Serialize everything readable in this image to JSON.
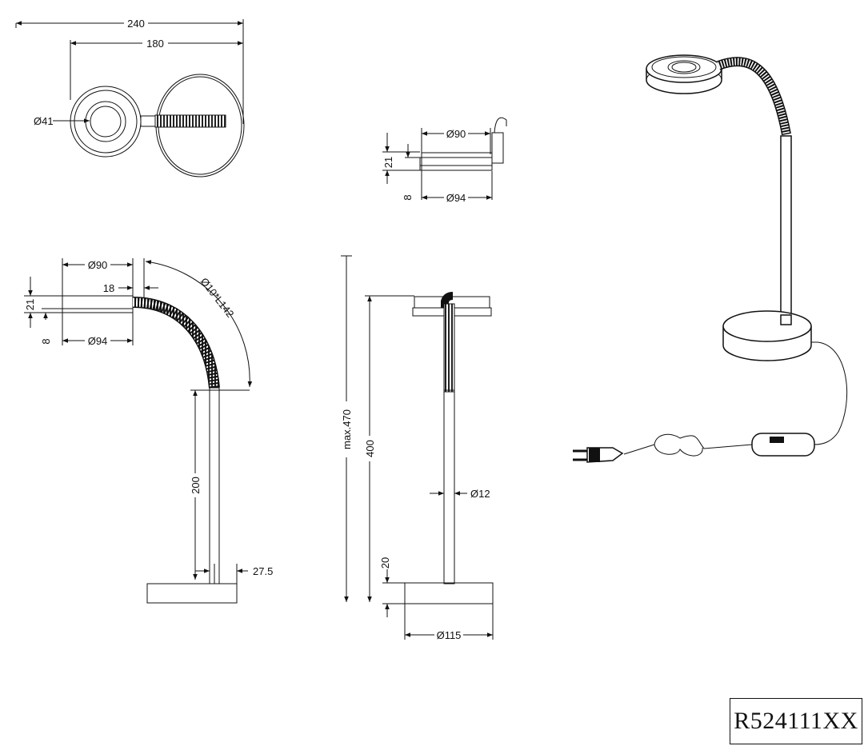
{
  "product_code": "R524111XX",
  "top_view": {
    "overall_width": "240",
    "head_to_stem_width": "180",
    "lens_diameter": "Ø41"
  },
  "head_detail": {
    "top_diameter": "Ø90",
    "bottom_diameter": "Ø94",
    "upper_height": "21",
    "lower_height": "8"
  },
  "side_view": {
    "top_diameter": "Ø90",
    "offset": "18",
    "flex_arm": "Ø10*L142",
    "upper_height": "21",
    "lower_height": "8",
    "bottom_diameter": "Ø94",
    "stem_height": "200",
    "stem_offset": "27.5"
  },
  "front_view": {
    "max_height": "max.470",
    "height": "400",
    "stem_diameter": "Ø12",
    "base_height": "20",
    "base_diameter": "Ø115"
  }
}
